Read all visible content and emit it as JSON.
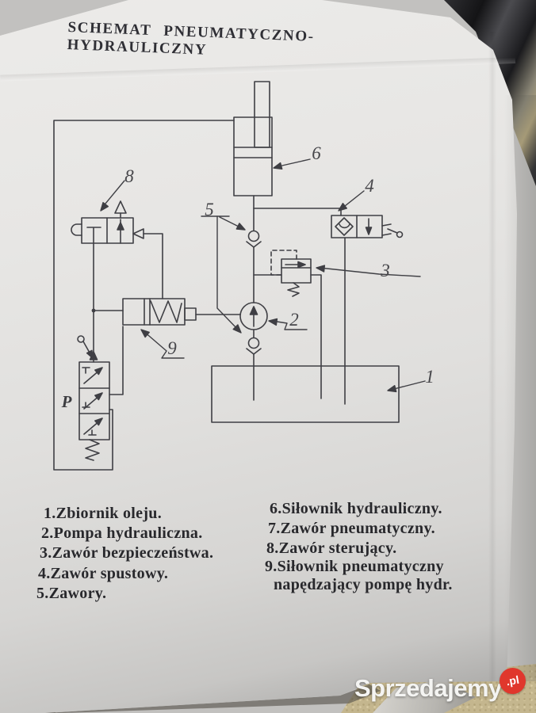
{
  "title": "SCHEMAT PNEUMATYCZNO-HYDRAULICZNY",
  "legend": {
    "left": [
      "1.Zbiornik oleju.",
      "2.Pompa hydrauliczna.",
      "3.Zawór bezpieczeństwa.",
      "4.Zawór spustowy.",
      "5.Zawory."
    ],
    "right": [
      "6.Siłownik hydrauliczny.",
      "7.Zawór pneumatyczny.",
      "8.Zawór sterujący.",
      "9.Siłownik pneumatyczny",
      "napędzający pompę hydr."
    ]
  },
  "diagram": {
    "labels": {
      "n1": "1",
      "n2": "2",
      "n3": "3",
      "n4": "4",
      "n5": "5",
      "n6": "6",
      "n8": "8",
      "n9": "9",
      "p": "P"
    }
  },
  "watermark": {
    "text": "Sprzedajemy",
    "tld": ".pl",
    "brand_red": "#e0372c"
  },
  "colors": {
    "ink": "#3f3f44",
    "paper": "#e7e6e4",
    "carpet": "#c4b68e"
  }
}
